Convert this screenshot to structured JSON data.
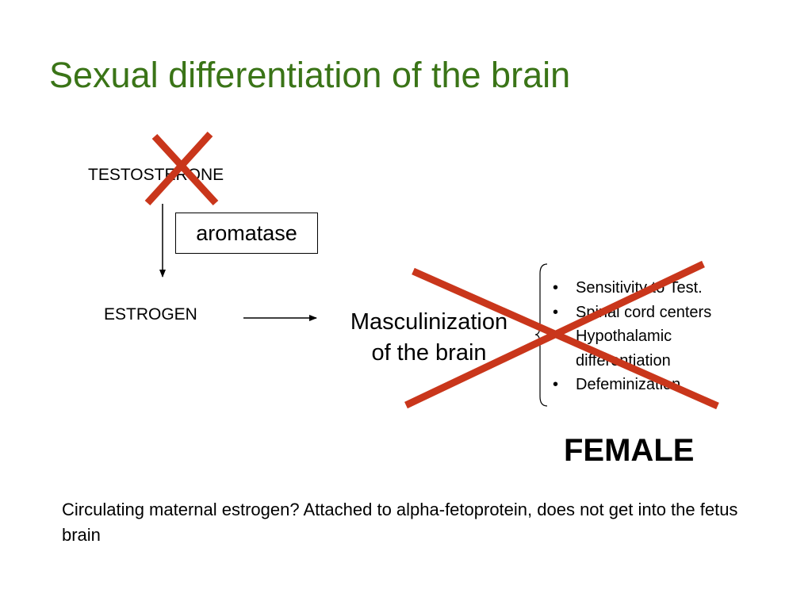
{
  "title": "Sexual differentiation of the brain",
  "testosterone_label": "TESTOSTERONE",
  "estrogen_label": "ESTROGEN",
  "enzyme_label": "aromatase",
  "outcome_lines": [
    "Masculinization",
    "of the brain"
  ],
  "effects": [
    "Sensitivity to Test.",
    "Spinal cord centers",
    "Hypothalamic differentiation",
    "Defeminization"
  ],
  "result_label": "FEMALE",
  "note": "Circulating maternal estrogen?  Attached to alpha-fetoprotein, does not get into the fetus brain",
  "colors": {
    "title": "#3a7417",
    "cross": "#c9361b"
  }
}
